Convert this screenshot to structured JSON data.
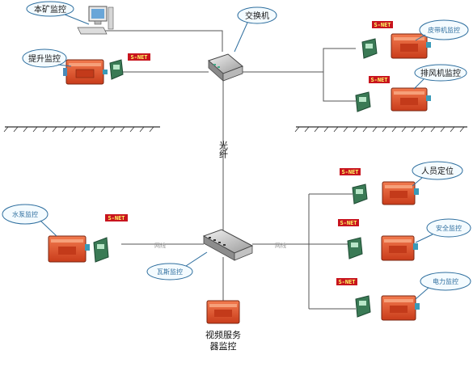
{
  "colors": {
    "line": "#555555",
    "bubble_fill": "#f4fbff",
    "bubble_stroke": "#2f6f9f",
    "box_orange": "#e7542a",
    "box_dark": "#b8371a",
    "snet_red": "#c8141e",
    "device_green": "#3a7a55"
  },
  "icons": [
    "computer-icon",
    "network-switch-icon",
    "optical-switch-icon",
    "controller-box-icon",
    "snet-module-icon"
  ],
  "labels": {
    "local_monitor": "本矿监控",
    "switch": "交换机",
    "hoist": "提升监控",
    "belt": "皮带机监控",
    "fan": "排风机监控",
    "fiber": "光纤",
    "personnel": "人员定位",
    "safety": "安全监控",
    "power": "电力监控",
    "left_sub": "水泵监控",
    "hazard": "瓦斯监控",
    "video": "视频服务器监控",
    "net_left": "网线",
    "net_right": "网线",
    "snet": "S-NET"
  }
}
